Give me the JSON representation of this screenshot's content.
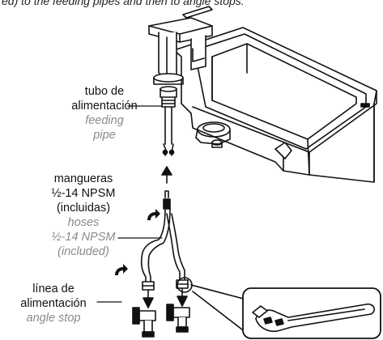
{
  "caption": "ed) to the feeding pipes and then to angle stops.",
  "labels": {
    "feeding_pipe_es_1": "tubo de",
    "feeding_pipe_es_2": "alimentación",
    "feeding_pipe_en_1": "feeding",
    "feeding_pipe_en_2": "pipe",
    "hoses_es_1": "mangueras",
    "hoses_es_2": "½-14 NPSM",
    "hoses_es_3": "(incluidas)",
    "hoses_en_1": "hoses",
    "hoses_en_2": "½-14 NPSM",
    "hoses_en_3": "(included)",
    "angle_stop_es_1": "línea de",
    "angle_stop_es_2": "alimentación",
    "angle_stop_en": "angle stop"
  },
  "colors": {
    "line": "#111111",
    "english_text": "#8a8a8a"
  },
  "icons": [
    "faucet-illustration",
    "sink-basin-illustration",
    "hose-illustration",
    "angle-stop-valve-icon",
    "wrench-icon",
    "rotation-arrow-icon",
    "direction-arrow-icon"
  ]
}
